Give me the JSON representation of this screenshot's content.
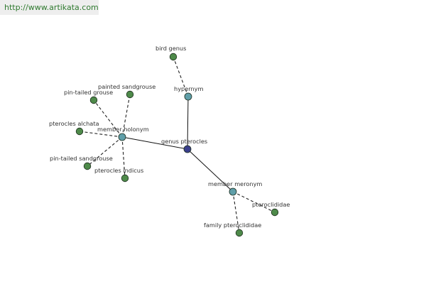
{
  "header": {
    "url": "http://www.artikata.com"
  },
  "colors": {
    "root": "#3a3f8c",
    "relation": "#5f9ea8",
    "term": "#4e8a4a"
  },
  "nodes": [
    {
      "id": "genus_pterocles",
      "label": "genus pterocles",
      "kind": "root"
    },
    {
      "id": "hypernym",
      "label": "hypernym",
      "kind": "relation"
    },
    {
      "id": "bird_genus",
      "label": "bird genus",
      "kind": "term"
    },
    {
      "id": "member_holonym",
      "label": "member holonym",
      "kind": "relation"
    },
    {
      "id": "painted_sandgrouse",
      "label": "painted sandgrouse",
      "kind": "term"
    },
    {
      "id": "pin_tailed_grouse",
      "label": "pin-tailed grouse",
      "kind": "term"
    },
    {
      "id": "pterocles_alchata",
      "label": "pterocles alchata",
      "kind": "term"
    },
    {
      "id": "pin_tailed_sandgrouse",
      "label": "pin-tailed sandgrouse",
      "kind": "term"
    },
    {
      "id": "pterocles_indicus",
      "label": "pterocles indicus",
      "kind": "term"
    },
    {
      "id": "member_meronym",
      "label": "member meronym",
      "kind": "relation"
    },
    {
      "id": "pteroclididae",
      "label": "pteroclididae",
      "kind": "term"
    },
    {
      "id": "family_pteroclididae",
      "label": "family pteroclididae",
      "kind": "term"
    }
  ],
  "edges": [
    {
      "from": "genus_pterocles",
      "to": "hypernym",
      "style": "solid"
    },
    {
      "from": "genus_pterocles",
      "to": "member_holonym",
      "style": "solid"
    },
    {
      "from": "genus_pterocles",
      "to": "member_meronym",
      "style": "solid"
    },
    {
      "from": "hypernym",
      "to": "bird_genus",
      "style": "dashed"
    },
    {
      "from": "member_holonym",
      "to": "painted_sandgrouse",
      "style": "dashed"
    },
    {
      "from": "member_holonym",
      "to": "pin_tailed_grouse",
      "style": "dashed"
    },
    {
      "from": "member_holonym",
      "to": "pterocles_alchata",
      "style": "dashed"
    },
    {
      "from": "member_holonym",
      "to": "pin_tailed_sandgrouse",
      "style": "dashed"
    },
    {
      "from": "member_holonym",
      "to": "pterocles_indicus",
      "style": "dashed"
    },
    {
      "from": "member_meronym",
      "to": "pteroclididae",
      "style": "dashed"
    },
    {
      "from": "member_meronym",
      "to": "family_pteroclididae",
      "style": "dashed"
    }
  ]
}
